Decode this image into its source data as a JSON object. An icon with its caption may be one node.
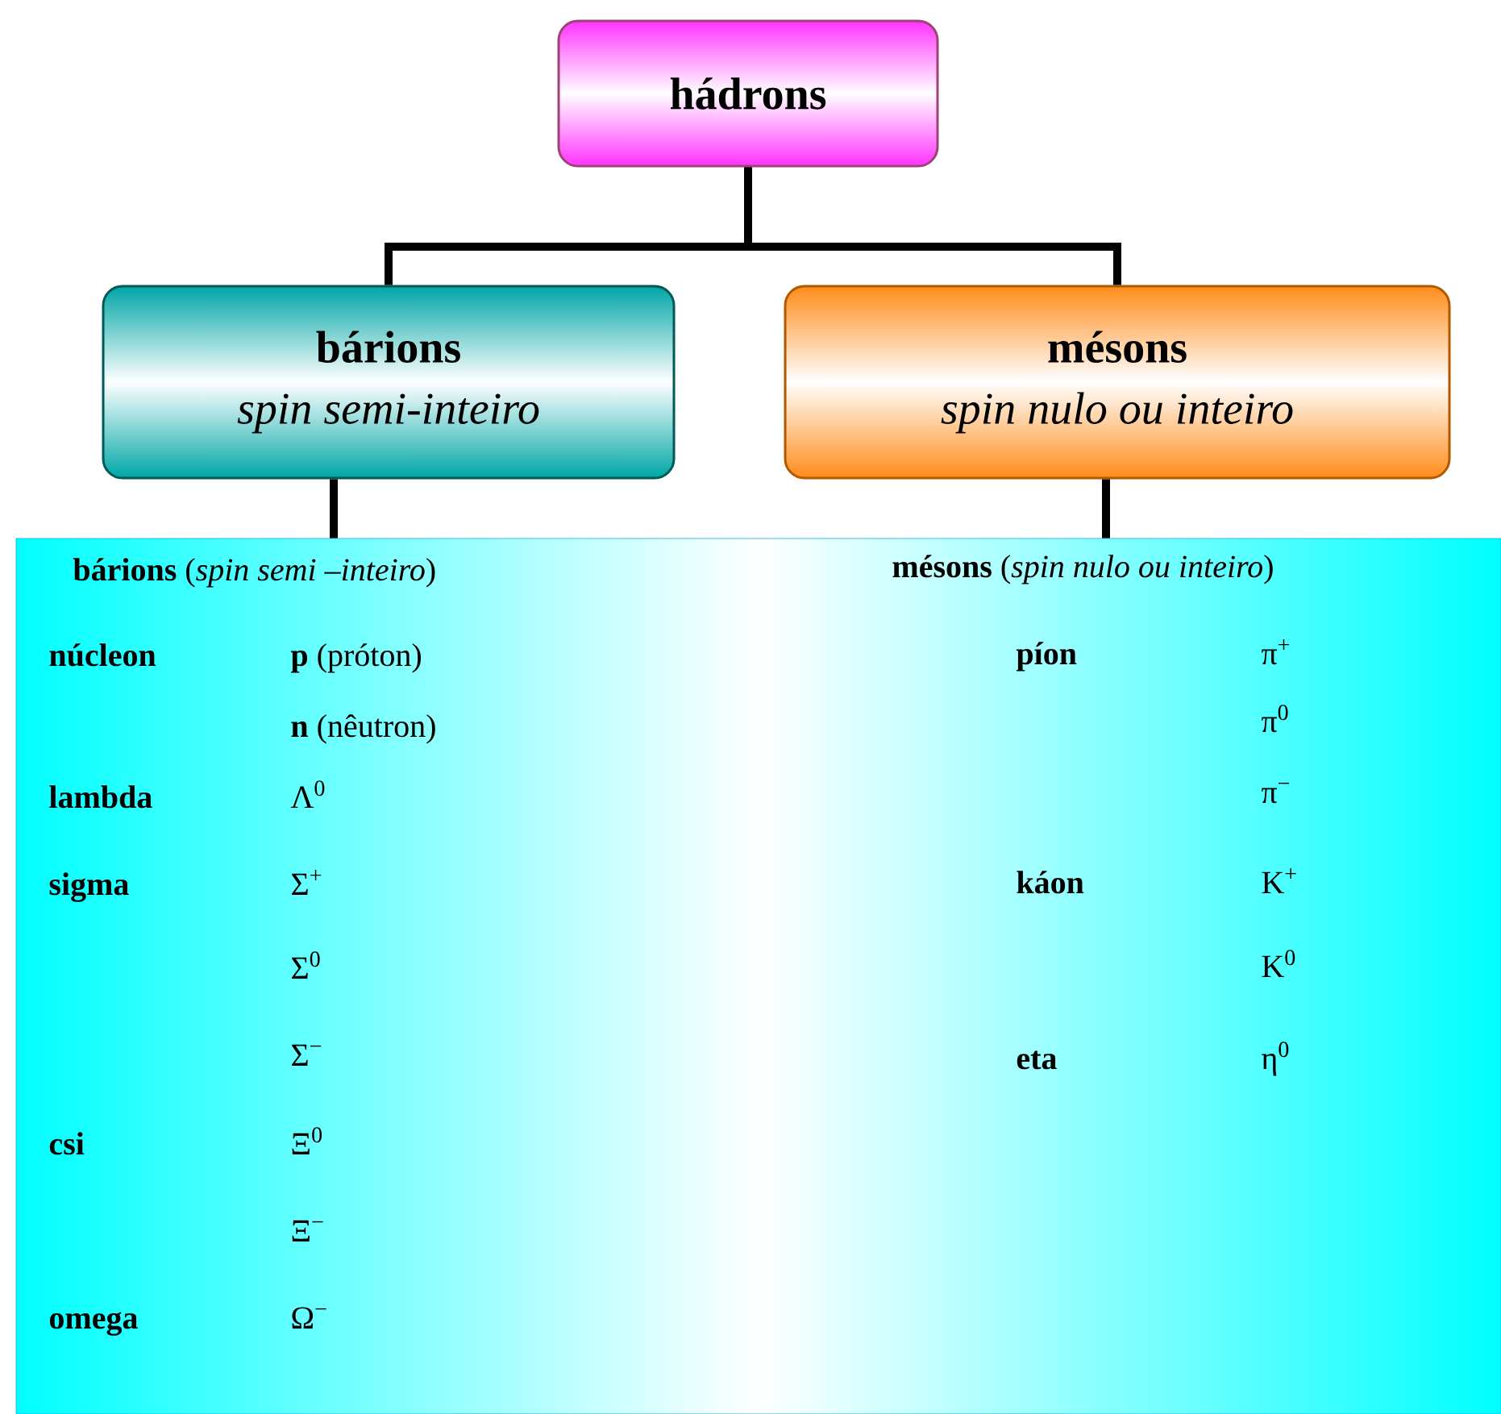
{
  "diagram": {
    "nodes": [
      {
        "text": [
          "hádrons"
        ]
      },
      {
        "text": [
          "bárions",
          "spin semi-inteiro"
        ]
      },
      {
        "text": [
          "mésons",
          "spin nulo ou inteiro"
        ]
      },
      {
        "text": [],
        "shape": "box"
      }
    ],
    "edges": [
      {
        "from": 0,
        "to": 1,
        "arrow": "none"
      },
      {
        "from": 0,
        "to": 2,
        "arrow": "none"
      },
      {
        "from": 1,
        "to": 3,
        "arrow": "none"
      },
      {
        "from": 2,
        "to": 3,
        "arrow": "none"
      }
    ],
    "labels": [
      "**bárions** (*spin semi –inteiro*)",
      "**mésons** (*spin nulo ou inteiro*)",
      "núcleon",
      "**p** (próton)",
      "**n** (nêutron)",
      "lambda",
      "Λ$^{0}$",
      "sigma",
      "Σ$^{+}$",
      "Σ$^{0}$",
      "Σ$^{−}$",
      "csi",
      "Ξ$^{0}$",
      "Ξ$^{−}$",
      "omega",
      "Ω$^{−}$",
      "píon",
      "π$^{+}$",
      "π$^{0}$",
      "π$^{−}$",
      "káon",
      "K$^{+}$",
      "K$^{0}$",
      "eta",
      "η$^{0}$"
    ]
  }
}
